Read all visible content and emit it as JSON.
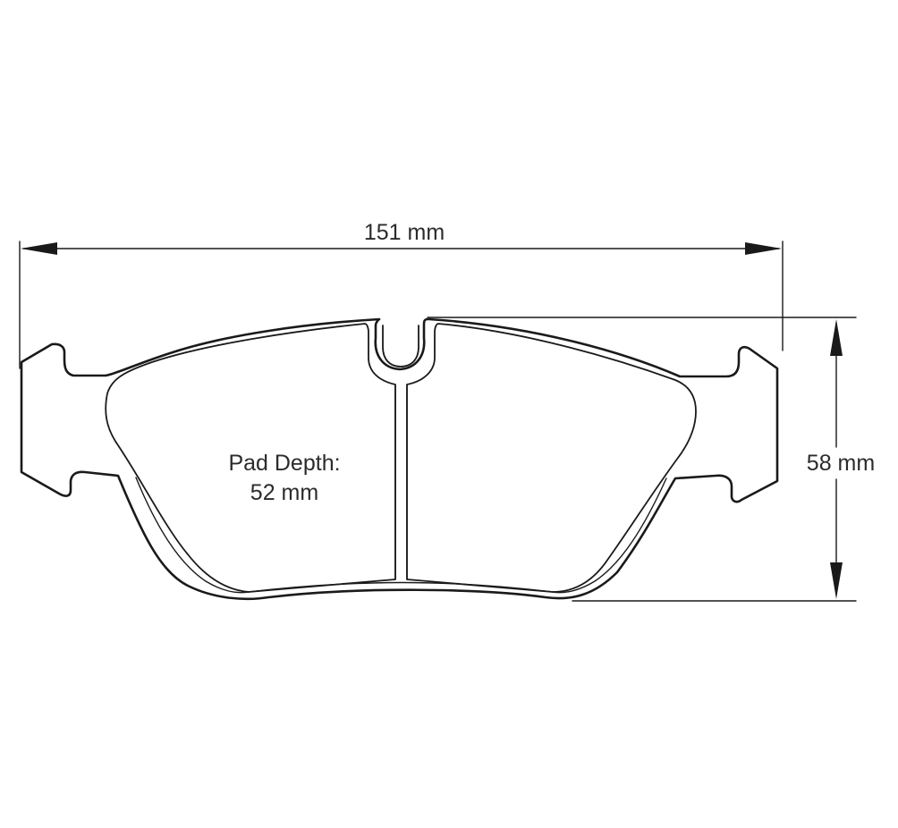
{
  "dimensions": {
    "width_label": "151 mm",
    "height_label": "58 mm"
  },
  "pad_depth": {
    "line1": "Pad Depth:",
    "line2": "52 mm"
  }
}
